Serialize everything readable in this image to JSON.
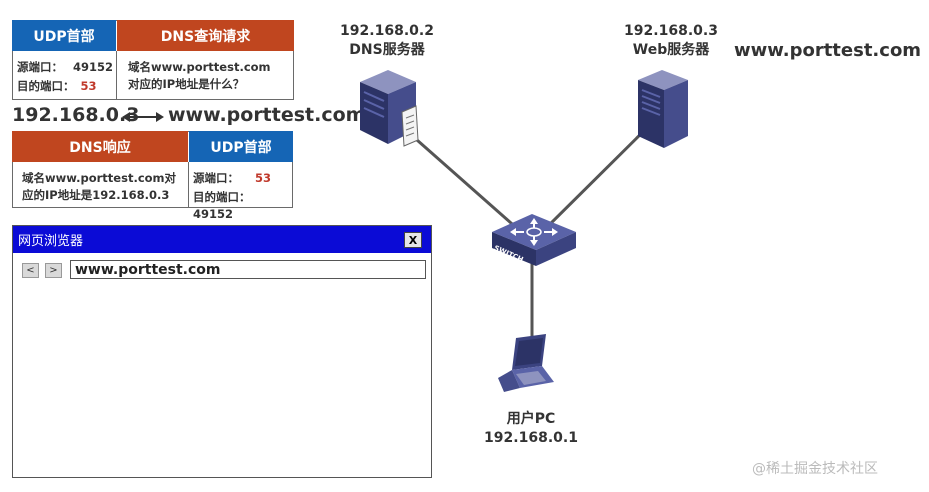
{
  "request": {
    "udp_header": "UDP首部",
    "dns_header": "DNS查询请求",
    "src_label": "源端口：",
    "src_value": "49152",
    "dst_label": "目的端口：",
    "dst_value": "53",
    "question_line1": "域名www.porttest.com",
    "question_line2": "对应的IP地址是什么？"
  },
  "mapping": {
    "ip": "192.168.0.3",
    "domain": "www.porttest.com"
  },
  "response": {
    "dns_header": "DNS响应",
    "udp_header": "UDP首部",
    "answer_line1": "域名www.porttest.com对",
    "answer_line2": "应的IP地址是192.168.0.3",
    "src_label": "源端口：",
    "src_value": "53",
    "dst_label": "目的端口：",
    "dst_value": "49152"
  },
  "browser": {
    "title": "网页浏览器",
    "close": "X",
    "back": "<",
    "forward": ">",
    "url": "www.porttest.com"
  },
  "nodes": {
    "dns_ip": "192.168.0.2",
    "dns_name": "DNS服务器",
    "web_ip": "192.168.0.3",
    "web_name": "Web服务器",
    "web_domain": "www.porttest.com",
    "switch_label": "SWITCH",
    "pc_name": "用户PC",
    "pc_ip": "192.168.0.1"
  },
  "watermark": "@稀土掘金技术社区"
}
